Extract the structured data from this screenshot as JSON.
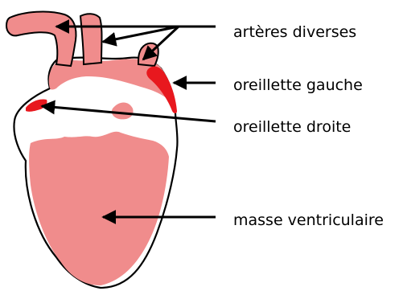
{
  "labels": {
    "arteres": "artères diverses",
    "oreillette_gauche": "oreillette gauche",
    "oreillette_droite": "oreillette droite",
    "masse_ventriculaire": "masse ventriculaire"
  },
  "colors": {
    "tissue": "#f08c8c",
    "outline": "#000000",
    "atrium_highlight": "#e8181e",
    "background": "#ffffff",
    "arrow": "#000000"
  }
}
